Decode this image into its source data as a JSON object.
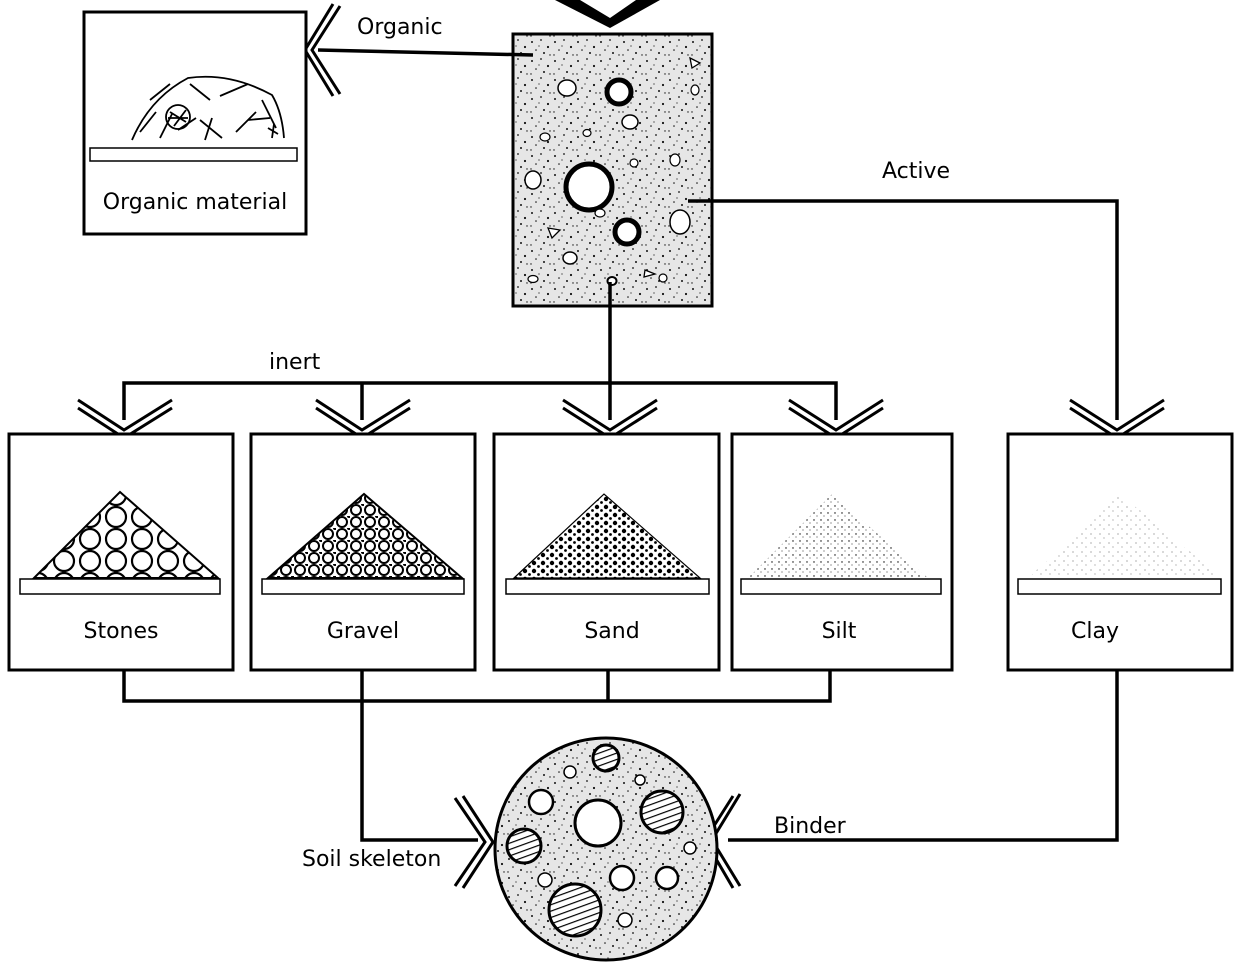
{
  "diagram": {
    "flow_labels": {
      "organic": "Organic",
      "active": "Active",
      "inert": "inert",
      "binder": "Binder",
      "soil_skeleton": "Soil skeleton"
    },
    "boxes": {
      "organic_material": "Organic material",
      "stones": "Stones",
      "gravel": "Gravel",
      "sand": "Sand",
      "silt": "Silt",
      "clay": "Clay"
    }
  }
}
